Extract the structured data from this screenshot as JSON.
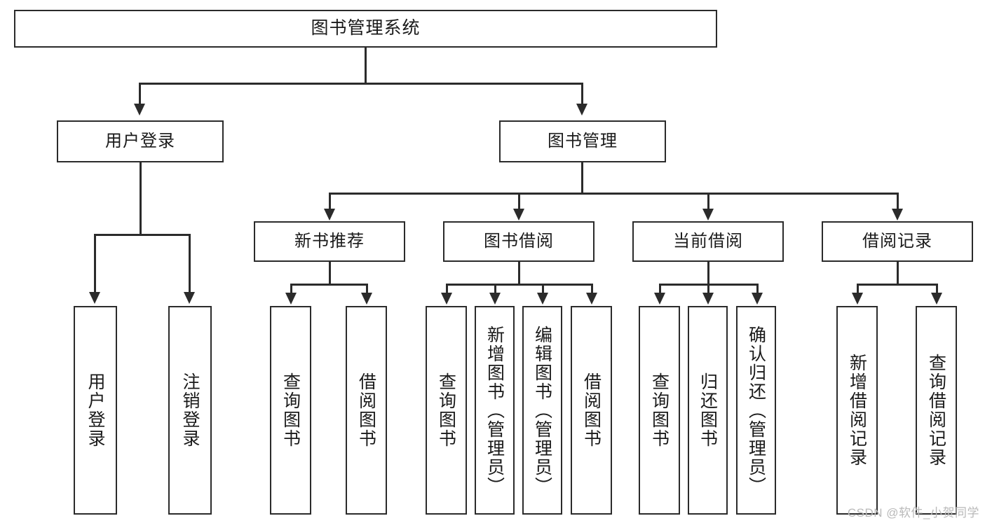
{
  "diagram": {
    "kind": "org-tree",
    "title": "图书管理系统",
    "watermark": "CSDN @软件_小贺同学",
    "colors": {
      "stroke": "#2b2b2b",
      "fill": "#ffffff",
      "text": "#1a1a1a",
      "watermark": "#b9b9b9"
    },
    "root": {
      "label": "图书管理系统"
    },
    "level2": [
      {
        "label": "用户登录"
      },
      {
        "label": "图书管理"
      }
    ],
    "level3": [
      {
        "label": "新书推荐"
      },
      {
        "label": "图书借阅"
      },
      {
        "label": "当前借阅"
      },
      {
        "label": "借阅记录"
      }
    ],
    "leaves": {
      "user_login": [
        {
          "label": "用户登录"
        },
        {
          "label": "注销登录"
        }
      ],
      "new_book": [
        {
          "label": "查询图书"
        },
        {
          "label": "借阅图书"
        }
      ],
      "book_borrow": [
        {
          "label": "查询图书"
        },
        {
          "label": "新增图书（管理员）"
        },
        {
          "label": "编辑图书（管理员）"
        },
        {
          "label": "借阅图书"
        }
      ],
      "current_borrow": [
        {
          "label": "查询图书"
        },
        {
          "label": "归还图书"
        },
        {
          "label": "确认归还（管理员）"
        }
      ],
      "borrow_record": [
        {
          "label": "新增借阅记录"
        },
        {
          "label": "查询借阅记录"
        }
      ]
    }
  }
}
